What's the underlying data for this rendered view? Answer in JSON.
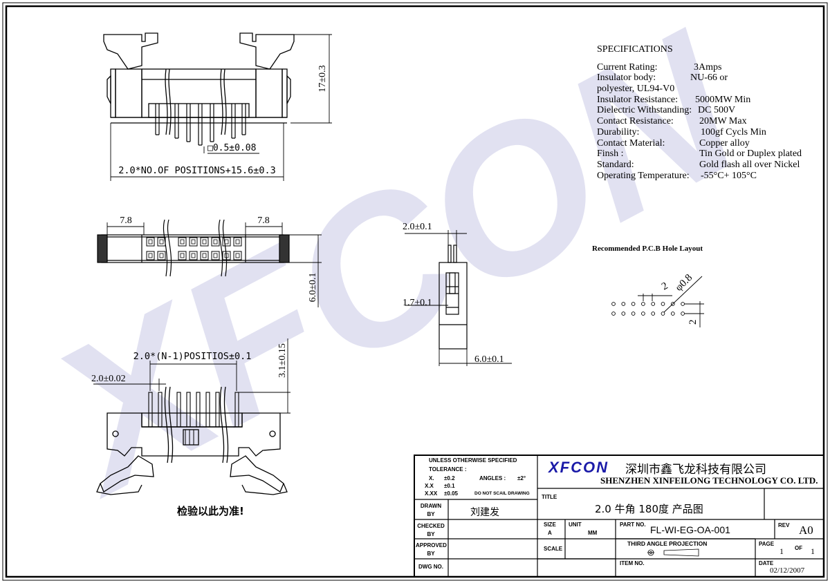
{
  "watermark": "XFCON",
  "specs": {
    "heading": "SPECIFICATIONS",
    "rows": [
      {
        "k": "Current Rating:",
        "v": "3Amps"
      },
      {
        "k": "Insulator body:",
        "v": "NU-66  or"
      },
      {
        "k": "polyester, UL94-V0",
        "v": ""
      },
      {
        "k": "Insulator Resistance:",
        "v": "5000MW  Min"
      },
      {
        "k": "Dielectric Withstanding:",
        "v": "DC  500V"
      },
      {
        "k": "Contact Resistance:",
        "v": "20MW Max"
      },
      {
        "k": "Durability:",
        "v": "100gf Cycls Min"
      },
      {
        "k": "Contact Material:",
        "v": "Copper alloy"
      },
      {
        "k": "Finsh :",
        "v": "Tin Gold or Duplex plated"
      },
      {
        "k": "Standard:",
        "v": "Gold flash all over Nickel"
      },
      {
        "k": "Operating Temperature:",
        "v": "-55°C+ 105°C"
      }
    ]
  },
  "pcb": {
    "heading": "Recommended P.C.B  Hole Layout",
    "pitch": "2",
    "hole": "φ0.8",
    "row_pitch": "2"
  },
  "dims": {
    "height": "17±0.3",
    "pin_square": "□0.5±0.08",
    "overall_length": "2.0*NO.OF POSITIONS+15.6±0.3",
    "end_left": "7.8",
    "end_right": "7.8",
    "depth": "6.0±0.1",
    "side_pitch": "2.0±0.1",
    "side_offset": "1.7±0.1",
    "side_width": "6.0±0.1",
    "span": "2.0*(N-1)POSITIOS±0.1",
    "pitch_front": "2.0±0.02",
    "tail": "3.1±0.15"
  },
  "note": "检验以此为准!",
  "title_block": {
    "tolerance_header": "UNLESS  OTHERWISE  SPECIFIED",
    "tolerance_label": "TOLERANCE :",
    "tol_x_label": "X.",
    "tol_x": "±0.2",
    "angles_label": "ANGLES  :",
    "angles": "±2°",
    "tol_xx_label": "X.X",
    "tol_xx": "±0.1",
    "tol_xxx_label": "X.XX",
    "tol_xxx": "±0.05",
    "no_scale": "DO  NOT  SCAIL  DRAWING",
    "logo": "XFCON",
    "company_cn": "深圳市鑫飞龙科技有限公司",
    "company_en": "SHENZHEN  XINFEILONG  TECHNOLOGY  CO.  LTD.",
    "title_label": "TITLE",
    "title": "2.0 牛角  180度  产品图",
    "drawn_label": "DRAWN BY",
    "drawn": "刘建发",
    "checked_label": "CHECKED BY",
    "approved_label": "APPROVED BY",
    "dwg_label": "DWG  NO.",
    "size_label": "SIZE",
    "size": "A",
    "unit_label": "UNIT",
    "unit": "MM",
    "part_label": "PART  NO.",
    "part": "FL-WI-EG-OA-001",
    "rev_label": "REV",
    "rev": "A0",
    "scale_label": "SCALE",
    "projection": "THIRD  ANGLE  PROJECTION",
    "page_label": "PAGE",
    "page": "1",
    "of_label": "OF",
    "pages": "1",
    "item_label": "ITEM  NO.",
    "date_label": "DATE",
    "date": "02/12/2007"
  }
}
